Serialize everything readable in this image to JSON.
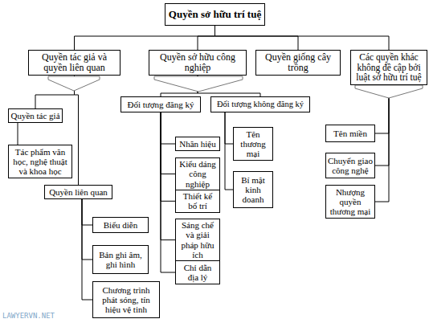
{
  "diagram": {
    "nodes": [
      {
        "text": [
          "Quyền sở hữu trí tuệ"
        ]
      },
      {
        "text": [
          "Quyền tác giả và quyền liên quan"
        ]
      },
      {
        "text": [
          "Quyền sở hữu công nghiệp"
        ]
      },
      {
        "text": [
          "Quyền giống cây trồng"
        ]
      },
      {
        "text": [
          "Các quyền khác không đề cập bởi luật sở hữu trí tuệ"
        ]
      },
      {
        "text": [
          "Quyền tác giả"
        ]
      },
      {
        "text": [
          "Tác phẩm văn học, nghệ thuật và khoa học"
        ]
      },
      {
        "text": [
          "Quyền liên quan"
        ]
      },
      {
        "text": [
          "Biểu diễn"
        ]
      },
      {
        "text": [
          "Bản ghi âm, ghi hình"
        ]
      },
      {
        "text": [
          "Chương trình phát sóng, tín hiệu vệ tinh"
        ]
      },
      {
        "text": [
          "Đối tượng đăng ký"
        ]
      },
      {
        "text": [
          "Đối tượng không đăng ký"
        ]
      },
      {
        "text": [
          "Nhãn hiệu"
        ]
      },
      {
        "text": [
          "Kiểu dáng công nghiệp"
        ]
      },
      {
        "text": [
          "Thiết kế bố trí"
        ]
      },
      {
        "text": [
          "Sáng chế và giải pháp hữu ích"
        ]
      },
      {
        "text": [
          "Chỉ dẫn địa lý"
        ]
      },
      {
        "text": [
          "Tên thương mại"
        ]
      },
      {
        "text": [
          "Bí mật kinh doanh"
        ]
      },
      {
        "text": [
          "Tên miền"
        ]
      },
      {
        "text": [
          "Chuyển giao công nghệ"
        ]
      },
      {
        "text": [
          "Nhượng quyền thương mại"
        ]
      }
    ],
    "edges": [
      {
        "from": 0,
        "to": 1,
        "arrow": "none"
      },
      {
        "from": 0,
        "to": 2,
        "arrow": "none"
      },
      {
        "from": 0,
        "to": 3,
        "arrow": "none"
      },
      {
        "from": 0,
        "to": 4,
        "arrow": "none"
      },
      {
        "from": 1,
        "to": 5,
        "arrow": "none"
      },
      {
        "from": 1,
        "to": 7,
        "arrow": "none"
      },
      {
        "from": 5,
        "to": 6,
        "arrow": "none"
      },
      {
        "from": 7,
        "to": 8,
        "arrow": "none"
      },
      {
        "from": 7,
        "to": 9,
        "arrow": "none"
      },
      {
        "from": 7,
        "to": 10,
        "arrow": "none"
      },
      {
        "from": 2,
        "to": 11,
        "arrow": "none"
      },
      {
        "from": 2,
        "to": 12,
        "arrow": "none"
      },
      {
        "from": 11,
        "to": 13,
        "arrow": "none"
      },
      {
        "from": 11,
        "to": 14,
        "arrow": "none"
      },
      {
        "from": 11,
        "to": 15,
        "arrow": "none"
      },
      {
        "from": 11,
        "to": 16,
        "arrow": "none"
      },
      {
        "from": 11,
        "to": 17,
        "arrow": "none"
      },
      {
        "from": 12,
        "to": 18,
        "arrow": "none"
      },
      {
        "from": 12,
        "to": 19,
        "arrow": "none"
      },
      {
        "from": 4,
        "to": 20,
        "arrow": "none"
      },
      {
        "from": 4,
        "to": 21,
        "arrow": "none"
      },
      {
        "from": 4,
        "to": 22,
        "arrow": "none"
      }
    ],
    "labels": [
      "LAWYERVN.NET"
    ]
  }
}
